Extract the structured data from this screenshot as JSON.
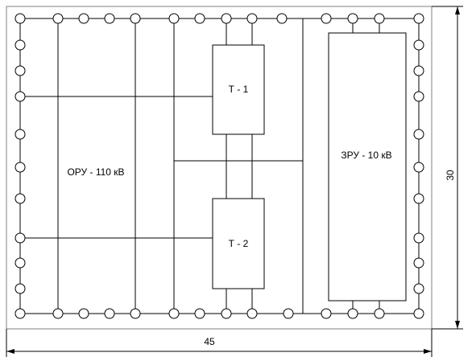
{
  "labels": {
    "oru": "ОРУ - 110 кВ",
    "t1": "Т - 1",
    "t2": "Т - 2",
    "zru": "ЗРУ - 10 кВ"
  },
  "dimensions": {
    "width": "45",
    "height": "30"
  },
  "colors": {
    "line": "#000000",
    "background": "#ffffff",
    "border": "#808080"
  }
}
